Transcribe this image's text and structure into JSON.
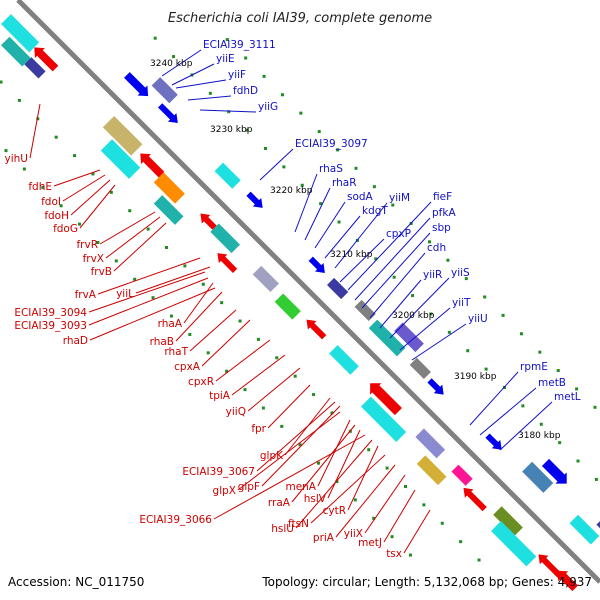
{
  "title": "Escherichia coli IAI39, complete genome",
  "footer": {
    "accession": "Accession: NC_011750",
    "summary": "Topology: circular; Length: 5,132,068 bp; Genes: 4,937"
  },
  "colors": {
    "backbone": "#808080",
    "forward_label": "#1010c8",
    "reverse_label": "#cc0000",
    "cds_forward": "#0000ee",
    "cds_reverse": "#ee0000",
    "gc_ticks": "#228b22"
  },
  "position_markers": [
    "3240 kbp",
    "3230 kbp",
    "3220 kbp",
    "3210 kbp",
    "3200 kbp",
    "3190 kbp",
    "3180 kbp"
  ],
  "forward_genes": [
    "ECIAI39_3111",
    "yiiE",
    "yiiF",
    "fdhD",
    "yiiG",
    "ECIAI39_3097",
    "rhaS",
    "rhaR",
    "sodA",
    "kdgT",
    "yiiM",
    "cpxP",
    "fieF",
    "pfkA",
    "sbp",
    "cdh",
    "yiiR",
    "yiiS",
    "yiiT",
    "yiiU",
    "rpmE",
    "metB",
    "metL"
  ],
  "reverse_genes": [
    "yihU",
    "fdhE",
    "fdoI",
    "fdoH",
    "fdoG",
    "frvR",
    "frvX",
    "frvB",
    "frvA",
    "yiiL",
    "ECIAI39_3094",
    "ECIAI39_3093",
    "rhaA",
    "rhaD",
    "rhaB",
    "rhaT",
    "cpxA",
    "cpxR",
    "tpiA",
    "yiiQ",
    "fpr",
    "glpK",
    "ECIAI39_3067",
    "glpF",
    "glpX",
    "menA",
    "rraA",
    "hslV",
    "ECIAI39_3066",
    "hslU",
    "cytR",
    "ftsN",
    "priA",
    "yiiX",
    "metJ",
    "tsx"
  ]
}
